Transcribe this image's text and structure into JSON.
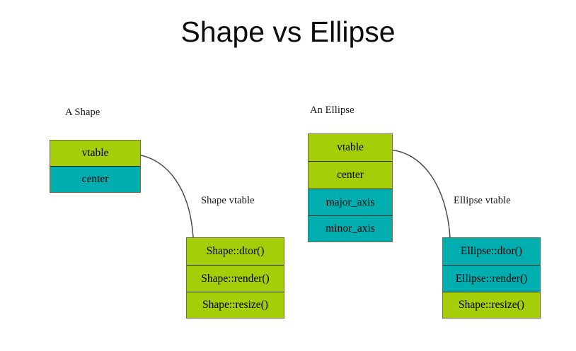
{
  "slide": {
    "title": "Shape vs Ellipse",
    "background_color": "#ffffff"
  },
  "colors": {
    "green": "#a6ce08",
    "teal": "#00aeb0",
    "border": "#6e6e4b",
    "row_divider": "#2b2b1e",
    "connector": "#4d4d4d",
    "text": "#000000",
    "title_text": "#0d0d0d"
  },
  "captions": {
    "shape_object": "A Shape",
    "ellipse_object": "An Ellipse",
    "shape_vtable": "Shape vtable",
    "ellipse_vtable": "Ellipse vtable"
  },
  "blocks": {
    "shape_object": {
      "caption": "A Shape",
      "rows": [
        {
          "label": "vtable",
          "color": "green"
        },
        {
          "label": "center",
          "color": "teal"
        }
      ]
    },
    "ellipse_object": {
      "caption": "An Ellipse",
      "rows": [
        {
          "label": "vtable",
          "color": "green"
        },
        {
          "label": "center",
          "color": "green"
        },
        {
          "label": "major_axis",
          "color": "teal"
        },
        {
          "label": "minor_axis",
          "color": "teal"
        }
      ]
    },
    "shape_vtable": {
      "caption": "Shape vtable",
      "rows": [
        {
          "label": "Shape::dtor()",
          "color": "green"
        },
        {
          "label": "Shape::render()",
          "color": "green"
        },
        {
          "label": "Shape::resize()",
          "color": "green"
        }
      ]
    },
    "ellipse_vtable": {
      "caption": "Ellipse vtable",
      "rows": [
        {
          "label": "Ellipse::dtor()",
          "color": "teal"
        },
        {
          "label": "Ellipse::render()",
          "color": "teal"
        },
        {
          "label": "Shape::resize()",
          "color": "green"
        }
      ]
    }
  },
  "connectors": [
    {
      "name": "shape-vtable-pointer",
      "from": "shape_object.vtable",
      "to": "shape_vtable"
    },
    {
      "name": "ellipse-vtable-pointer",
      "from": "ellipse_object.vtable",
      "to": "ellipse_vtable"
    }
  ]
}
